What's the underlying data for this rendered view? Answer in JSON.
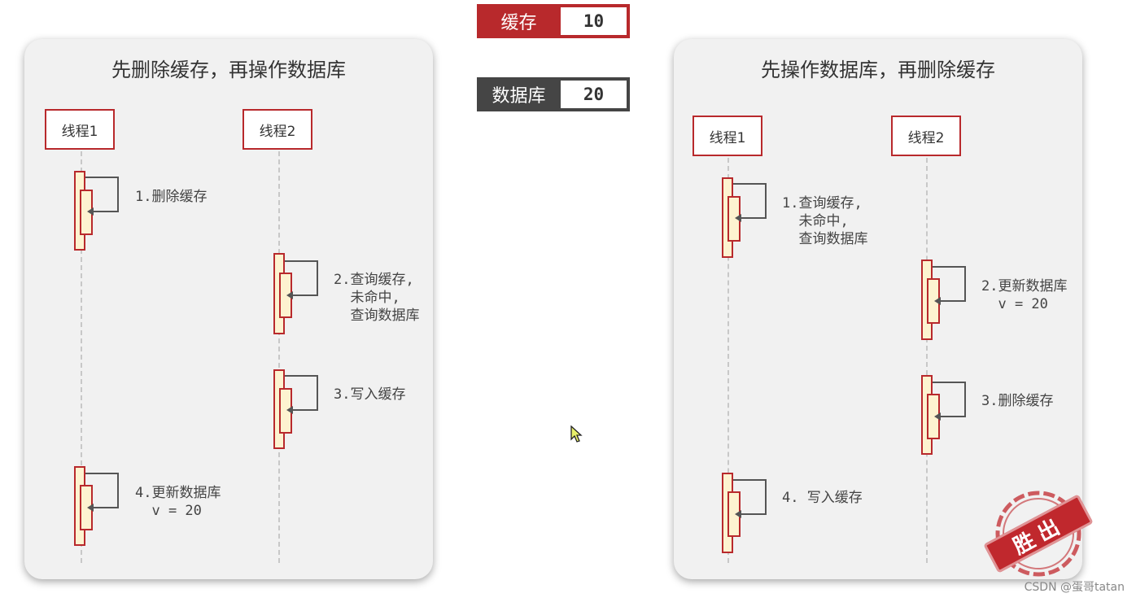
{
  "legend": {
    "cache": {
      "label": "缓存",
      "value": "10",
      "color": "#b8292c"
    },
    "db": {
      "label": "数据库",
      "value": "20",
      "color": "#454545"
    }
  },
  "left_panel": {
    "title": "先删除缓存，再操作数据库",
    "thread1": "线程1",
    "thread2": "线程2",
    "step1": "1.删除缓存",
    "step2": "2.查询缓存,\n  未命中,\n  查询数据库",
    "step3": "3.写入缓存",
    "step4": "4.更新数据库\n  v = 20"
  },
  "right_panel": {
    "title": "先操作数据库，再删除缓存",
    "thread1": "线程1",
    "thread2": "线程2",
    "step1": "1.查询缓存,\n  未命中,\n  查询数据库",
    "step2": "2.更新数据库\n  v = 20",
    "step3": "3.删除缓存",
    "step4": "4. 写入缓存",
    "stamp": "胜出"
  },
  "watermark": "CSDN @蛋哥tatan",
  "icons": {
    "cursor": "mouse-pointer-icon",
    "stamp": "winner-stamp-icon"
  }
}
